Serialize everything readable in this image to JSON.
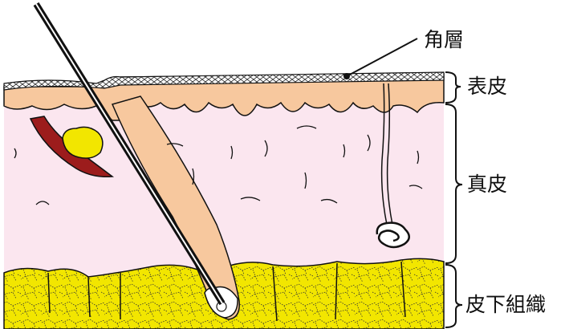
{
  "labels": {
    "stratum_corneum": "角層",
    "epidermis": "表皮",
    "dermis": "真皮",
    "subcutaneous": "皮下組織"
  },
  "colors": {
    "epidermis": "#f7c89e",
    "dermis": "#fbe6ef",
    "fat": "#f2e600",
    "muscle": "#9c1c1c",
    "outline": "#111111"
  }
}
